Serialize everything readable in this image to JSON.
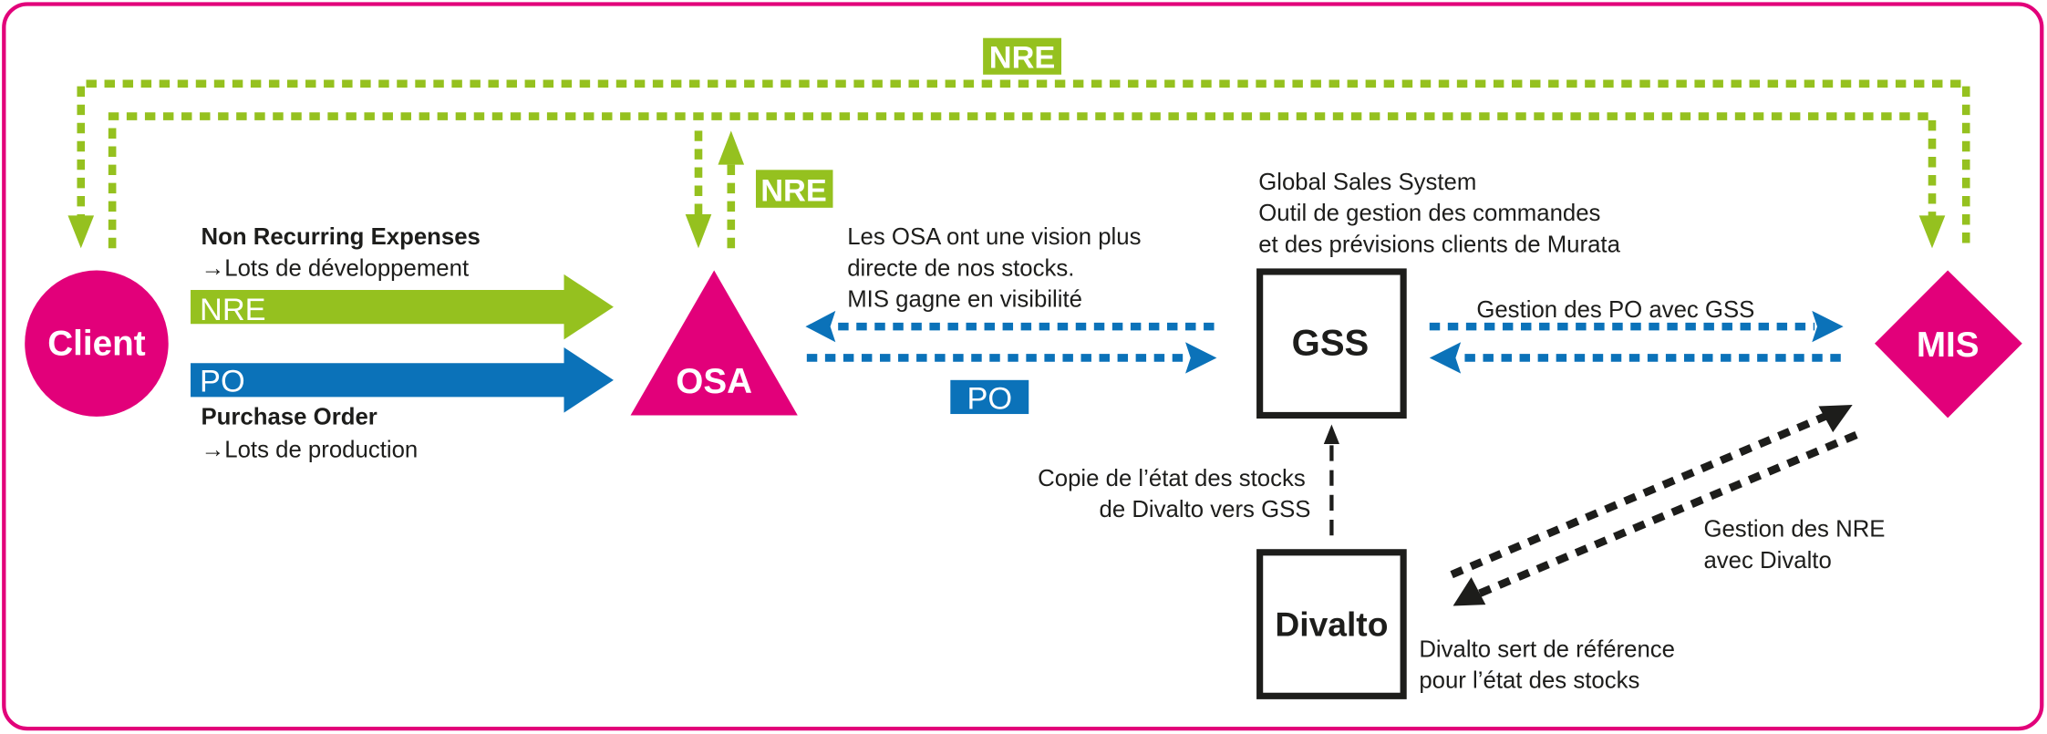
{
  "colors": {
    "pink": "#E2007A",
    "green": "#95C11F",
    "blue": "#0B72B9",
    "black": "#1d1d1b"
  },
  "nodes": {
    "client": "Client",
    "osa": "OSA",
    "gss": "GSS",
    "mis": "MIS",
    "divalto": "Divalto"
  },
  "labels": {
    "nre_top": "NRE",
    "nre_osa": "NRE",
    "nre_arrow": "NRE",
    "po_arrow": "PO",
    "po_middle": "PO"
  },
  "annotations": {
    "nre_title": "Non Recurring Expenses",
    "nre_desc": "→Lots de développement",
    "po_title": "Purchase Order",
    "po_desc": "→Lots de production",
    "osa_vision": [
      "Les OSA ont une vision plus",
      "directe de nos stocks.",
      "MIS gagne en visibilité"
    ],
    "gss_desc": [
      "Global Sales System",
      "Outil de gestion des commandes",
      "et des prévisions clients de Murata"
    ],
    "gss_mis": "Gestion des PO avec GSS",
    "copy_stock": [
      "Copie de l’état des stocks",
      "de Divalto vers GSS"
    ],
    "nre_divalto": [
      "Gestion des NRE",
      "avec Divalto"
    ],
    "divalto_ref": [
      "Divalto sert de référence",
      "pour l’état des stocks"
    ]
  }
}
